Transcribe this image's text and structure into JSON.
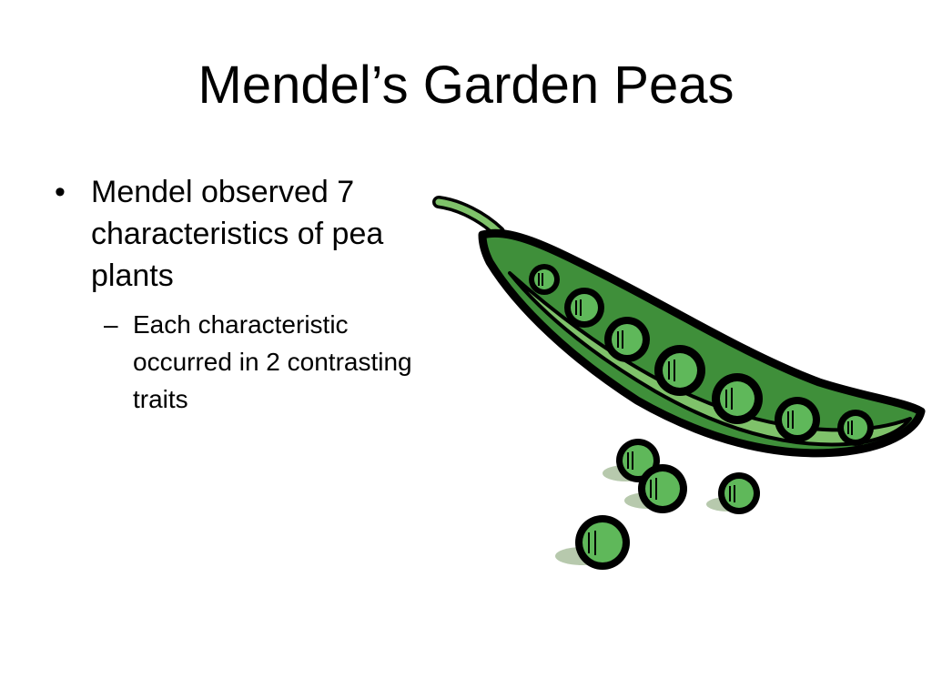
{
  "slide": {
    "title": "Mendel’s Garden Peas",
    "bullets": [
      {
        "marker": "•",
        "text": "Mendel observed 7 characteristics of pea plants",
        "sub": [
          {
            "marker": "–",
            "text": "Each characteristic occurred in 2 contrasting traits"
          }
        ]
      }
    ]
  },
  "illustration": {
    "icon": "pea-pod-icon",
    "colors": {
      "outline": "#000000",
      "pod_dark": "#3f8f3a",
      "pod_light": "#7fc26a",
      "pea": "#5fb85a",
      "shadow": "#b7c9ad"
    }
  }
}
